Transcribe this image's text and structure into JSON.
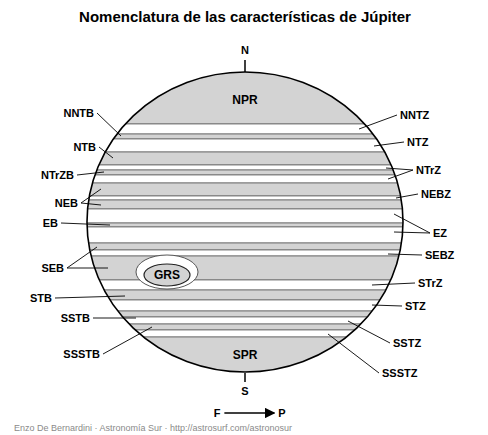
{
  "diagram": {
    "title": "Nomenclatura de las características de Júpiter",
    "nodes": [
      {
        "text": [
          "NPR"
        ]
      },
      {
        "text": [
          "GRS"
        ]
      },
      {
        "text": [
          "SPR"
        ]
      }
    ],
    "labels": [
      "N",
      "NNTB",
      "NTB",
      "NTrZB",
      "NEB",
      "EB",
      "SEB",
      "STB",
      "SSTB",
      "SSSTB",
      "NNTZ",
      "NTZ",
      "NTrZ",
      "NEBZ",
      "EZ",
      "SEBZ",
      "STrZ",
      "STZ",
      "SSTZ",
      "SSSTZ",
      "S",
      "F",
      "P",
      "Enzo De Bernardini · Astronomía Sur · http://astrosurf.com/astronosur"
    ]
  }
}
